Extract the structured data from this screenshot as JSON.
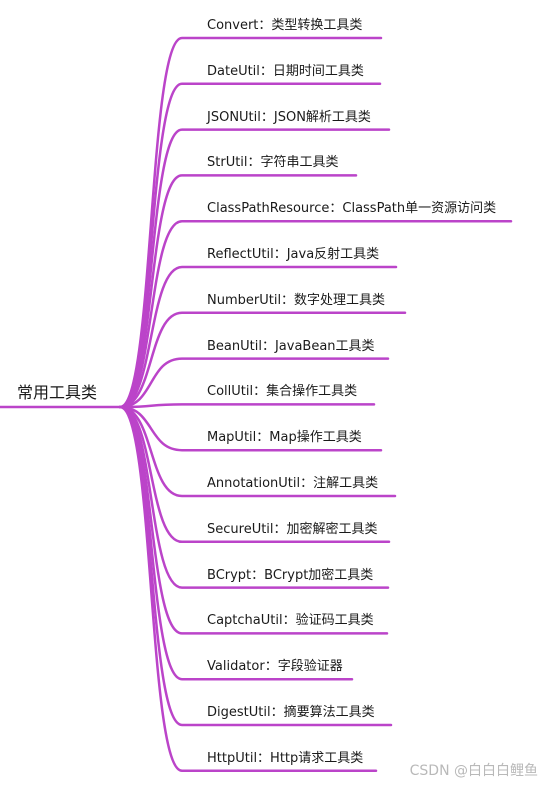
{
  "root": {
    "label": "常用工具类"
  },
  "branch_color": "#bb44c9",
  "branches": [
    {
      "label": "Convert：类型转换工具类"
    },
    {
      "label": "DateUtil：日期时间工具类"
    },
    {
      "label": "JSONUtil：JSON解析工具类"
    },
    {
      "label": "StrUtil：字符串工具类"
    },
    {
      "label": "ClassPathResource：ClassPath单一资源访问类"
    },
    {
      "label": "ReflectUtil：Java反射工具类"
    },
    {
      "label": "NumberUtil：数字处理工具类"
    },
    {
      "label": "BeanUtil：JavaBean工具类"
    },
    {
      "label": "CollUtil：集合操作工具类"
    },
    {
      "label": "MapUtil：Map操作工具类"
    },
    {
      "label": "AnnotationUtil：注解工具类"
    },
    {
      "label": "SecureUtil：加密解密工具类"
    },
    {
      "label": "BCrypt：BCrypt加密工具类"
    },
    {
      "label": "CaptchaUtil：验证码工具类"
    },
    {
      "label": "Validator：字段验证器"
    },
    {
      "label": "DigestUtil：摘要算法工具类"
    },
    {
      "label": "HttpUtil：Http请求工具类"
    }
  ],
  "watermark": "CSDN @白白白鲤鱼"
}
